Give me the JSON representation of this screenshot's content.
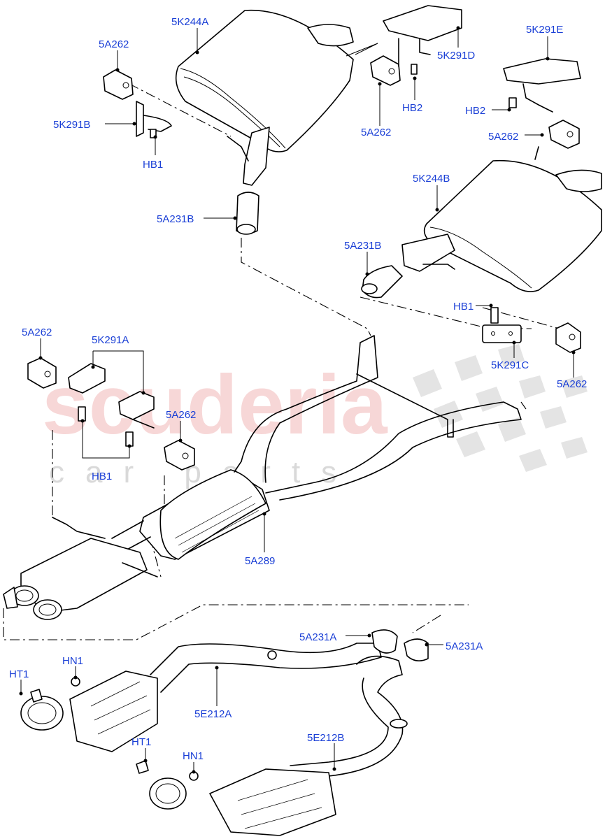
{
  "watermark": {
    "main": "scuderia",
    "sub": "car parts"
  },
  "labels": {
    "l_5K244A": "5K244A",
    "l_5A262_tl": "5A262",
    "l_5K291B": "5K291B",
    "l_HB1_top": "HB1",
    "l_5A231B_top": "5A231B",
    "l_5A262_tc": "5A262",
    "l_5K291D": "5K291D",
    "l_HB2_top": "HB2",
    "l_5K291E": "5K291E",
    "l_HB2_right": "HB2",
    "l_5A262_r": "5A262",
    "l_5K244B": "5K244B",
    "l_5A231B_mid": "5A231B",
    "l_HB1_right": "HB1",
    "l_5K291C": "5K291C",
    "l_5A262_br": "5A262",
    "l_5A262_ml": "5A262",
    "l_5K291A": "5K291A",
    "l_5A262_mc": "5A262",
    "l_HB1_mid": "HB1",
    "l_5A289": "5A289",
    "l_5A231A_l": "5A231A",
    "l_5A231A_r": "5A231A",
    "l_HT1_l": "HT1",
    "l_HN1_l": "HN1",
    "l_5E212A": "5E212A",
    "l_5E212B": "5E212B",
    "l_HT1_b": "HT1",
    "l_HN1_b": "HN1"
  }
}
